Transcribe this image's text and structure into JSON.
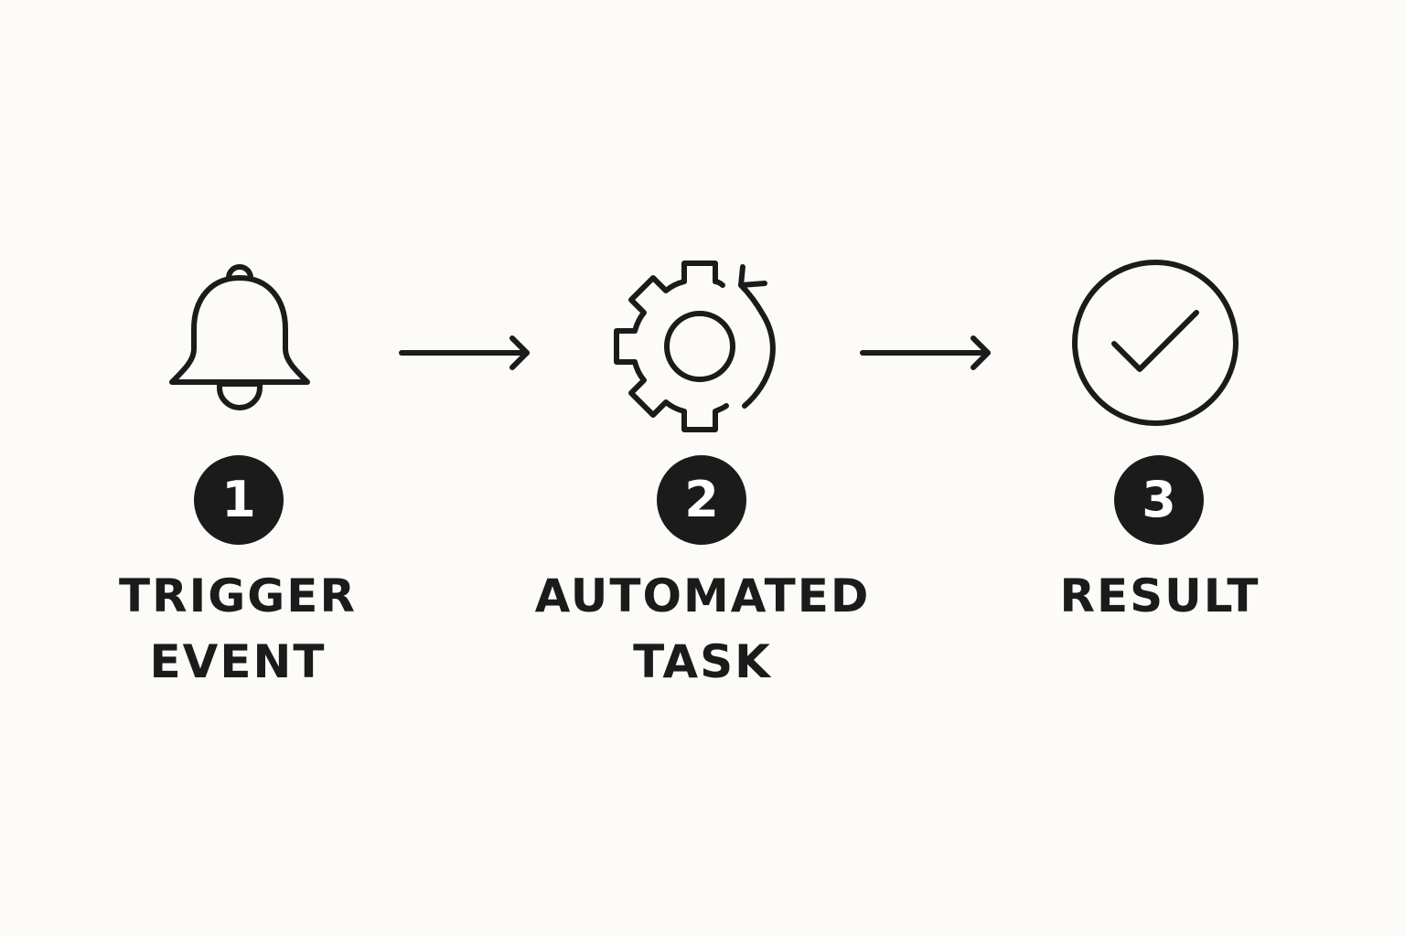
{
  "colors": {
    "background": "#fcfbf8",
    "ink": "#1b1b1b",
    "badge_text": "#ffffff"
  },
  "steps": [
    {
      "number": "1",
      "icon": "bell-icon",
      "label_lines": [
        "TRIGGER",
        "EVENT"
      ]
    },
    {
      "number": "2",
      "icon": "gear-refresh-icon",
      "label_lines": [
        "AUTOMATED",
        "TASK"
      ]
    },
    {
      "number": "3",
      "icon": "check-circle-icon",
      "label_lines": [
        "RESULT"
      ]
    }
  ],
  "connectors": [
    "arrow-right-icon",
    "arrow-right-icon"
  ]
}
